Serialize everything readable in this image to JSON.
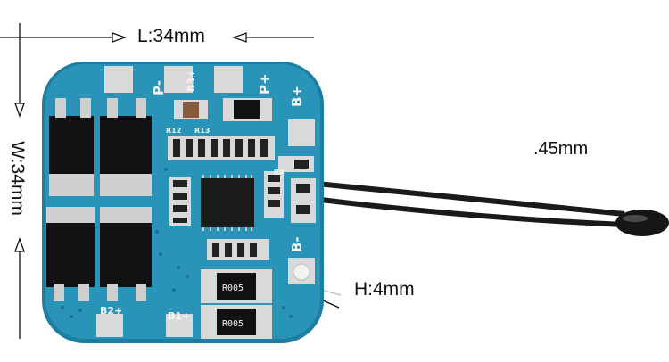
{
  "dimensions": {
    "length_label": "L:34mm",
    "width_label": "W:34mm",
    "height_label": "H:4mm",
    "wire_label": ".45mm"
  },
  "board": {
    "silkscreen": {
      "p_minus": "P-",
      "p_plus": "P+",
      "b_plus": "B+",
      "b_minus": "B-",
      "b3_plus": "B3+",
      "b2_plus": "B2+",
      "b1_plus": "B1+",
      "r12": "R12",
      "r13": "R13",
      "r4": "R4"
    },
    "resistor_marking": "R005",
    "colors": {
      "pcb": "#2a93b8",
      "pcb_edge": "#1d7ea3",
      "pad": "#d9d9d9",
      "wire": "#1a1a1a"
    }
  }
}
